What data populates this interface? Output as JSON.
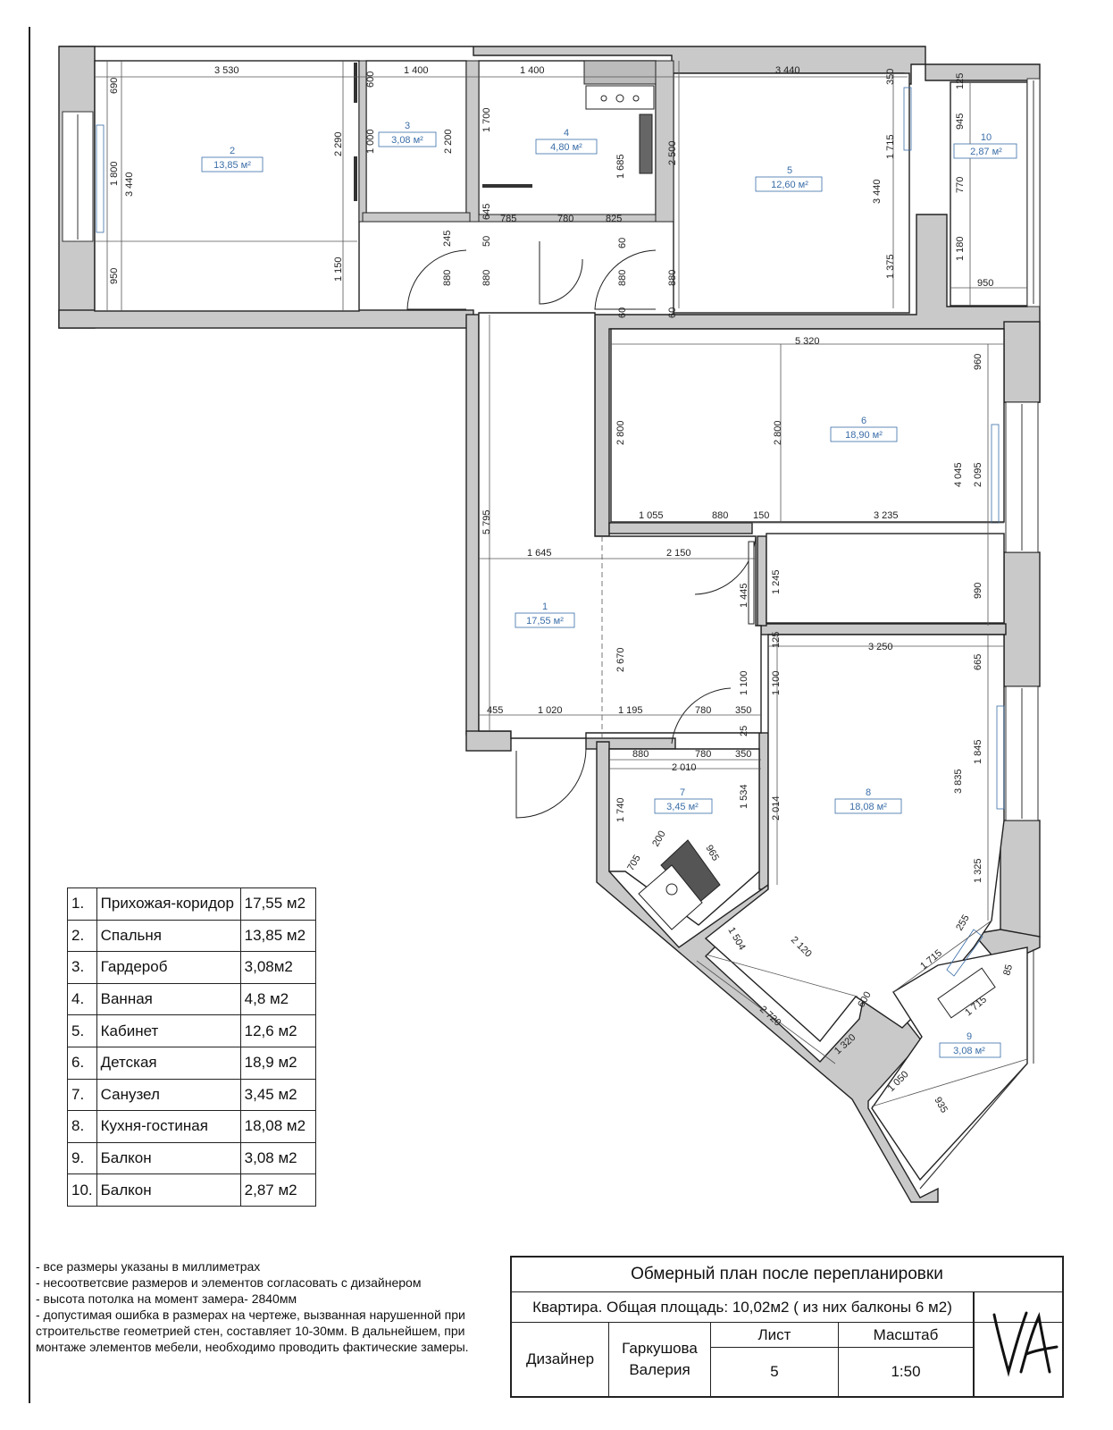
{
  "rooms": [
    {
      "num": "1",
      "area": "17,55 м²"
    },
    {
      "num": "2",
      "area": "13,85 м²"
    },
    {
      "num": "3",
      "area": "3,08 м²"
    },
    {
      "num": "4",
      "area": "4,80 м²"
    },
    {
      "num": "5",
      "area": "12,60 м²"
    },
    {
      "num": "6",
      "area": "18,90 м²"
    },
    {
      "num": "7",
      "area": "3,45 м²"
    },
    {
      "num": "8",
      "area": "18,08 м²"
    },
    {
      "num": "9",
      "area": "3,08 м²"
    },
    {
      "num": "10",
      "area": "2,87 м²"
    }
  ],
  "dimensions": {
    "d3530": "3 530",
    "d1400a": "1 400",
    "d1400b": "1 400",
    "d3440a": "3 440",
    "d690": "690",
    "d1800": "1 800",
    "d3440b": "3 440",
    "d950a": "950",
    "d2290": "2 290",
    "d1150": "1 150",
    "d600a": "600",
    "d1000": "1 000",
    "d2200": "2 200",
    "d1700": "1 700",
    "d1685": "1 685",
    "d2500": "2 500",
    "d645": "645",
    "d785": "785",
    "d780a": "780",
    "d825": "825",
    "d245": "245",
    "d50": "50",
    "d880a": "880",
    "d880b": "880",
    "d60a": "60",
    "d880c": "880",
    "d880d": "880",
    "d60b": "60",
    "d60c": "60",
    "d350a": "350",
    "d1715a": "1 715",
    "d3440c": "3 440",
    "d1375": "1 375",
    "d125a": "125",
    "d945": "945",
    "d770": "770",
    "d1180": "1 180",
    "d950b": "950",
    "d5320": "5 320",
    "d960": "960",
    "d2800a": "2 800",
    "d2800b": "2 800",
    "d4045": "4 045",
    "d2095": "2 095",
    "d1055": "1 055",
    "d880e": "880",
    "d150": "150",
    "d3235": "3 235",
    "d5795": "5 795",
    "d1645": "1 645",
    "d2150": "2 150",
    "d1445": "1 445",
    "d1245": "1 245",
    "d990": "990",
    "d125b": "125",
    "d3250": "3 250",
    "d665": "665",
    "d2670": "2 670",
    "d1100a": "1 100",
    "d1100b": "1 100",
    "d455": "455",
    "d1020": "1 020",
    "d1195": "1 195",
    "d780b": "780",
    "d350b": "350",
    "d25": "25",
    "d880f": "880",
    "d780c": "780",
    "d350c": "350",
    "d2010": "2 010",
    "d1740": "1 740",
    "d1534": "1 534",
    "d2014": "2 014",
    "d3835": "3 835",
    "d1845": "1 845",
    "d705": "705",
    "d200": "200",
    "d965": "965",
    "d1325": "1 325",
    "d1504": "1 504",
    "d2120": "2 120",
    "d255": "255",
    "d1715b": "1 715",
    "d85": "85",
    "d1715c": "1 715",
    "d2720": "2 720",
    "d600b": "600",
    "d1320": "1 320",
    "d1050": "1 050",
    "d935": "935"
  },
  "legend": [
    {
      "n": "1.",
      "name": "Прихожая-коридор",
      "area": "17,55 м2"
    },
    {
      "n": "2.",
      "name": "Спальня",
      "area": "13,85 м2"
    },
    {
      "n": "3.",
      "name": "Гардероб",
      "area": "3,08м2"
    },
    {
      "n": "4.",
      "name": "Ванная",
      "area": "4,8 м2"
    },
    {
      "n": "5.",
      "name": "Кабинет",
      "area": "12,6 м2"
    },
    {
      "n": "6.",
      "name": "Детская",
      "area": "18,9 м2"
    },
    {
      "n": "7.",
      "name": "Санузел",
      "area": "3,45 м2"
    },
    {
      "n": "8.",
      "name": "Кухня-гостиная",
      "area": "18,08 м2"
    },
    {
      "n": "9.",
      "name": "Балкон",
      "area": "3,08 м2"
    },
    {
      "n": "10.",
      "name": "Балкон",
      "area": "2,87 м2"
    }
  ],
  "notes": [
    "- все размеры указаны в миллиметрах",
    "- несоответсвие размеров и элементов согласовать с дизайнером",
    "- высота потолка на момент замера- 2840мм",
    "- допустимая ошибка в размерах на чертеже, вызванная нарушенной при строительстве геометрией стен, составляет 10-30мм. В дальнейшем, при монтаже элементов мебели, необходимо проводить фактические замеры."
  ],
  "title_block": {
    "title": "Обмерный план после перепланировки",
    "subtitle": "Квартира. Общая площадь: 10,02м2 ( из них балконы 6 м2)",
    "designer_label": "Дизайнер",
    "designer_name_1": "Гаркушова",
    "designer_name_2": "Валерия",
    "sheet_label": "Лист",
    "sheet_value": "5",
    "scale_label": "Масштаб",
    "scale_value": "1:50"
  }
}
